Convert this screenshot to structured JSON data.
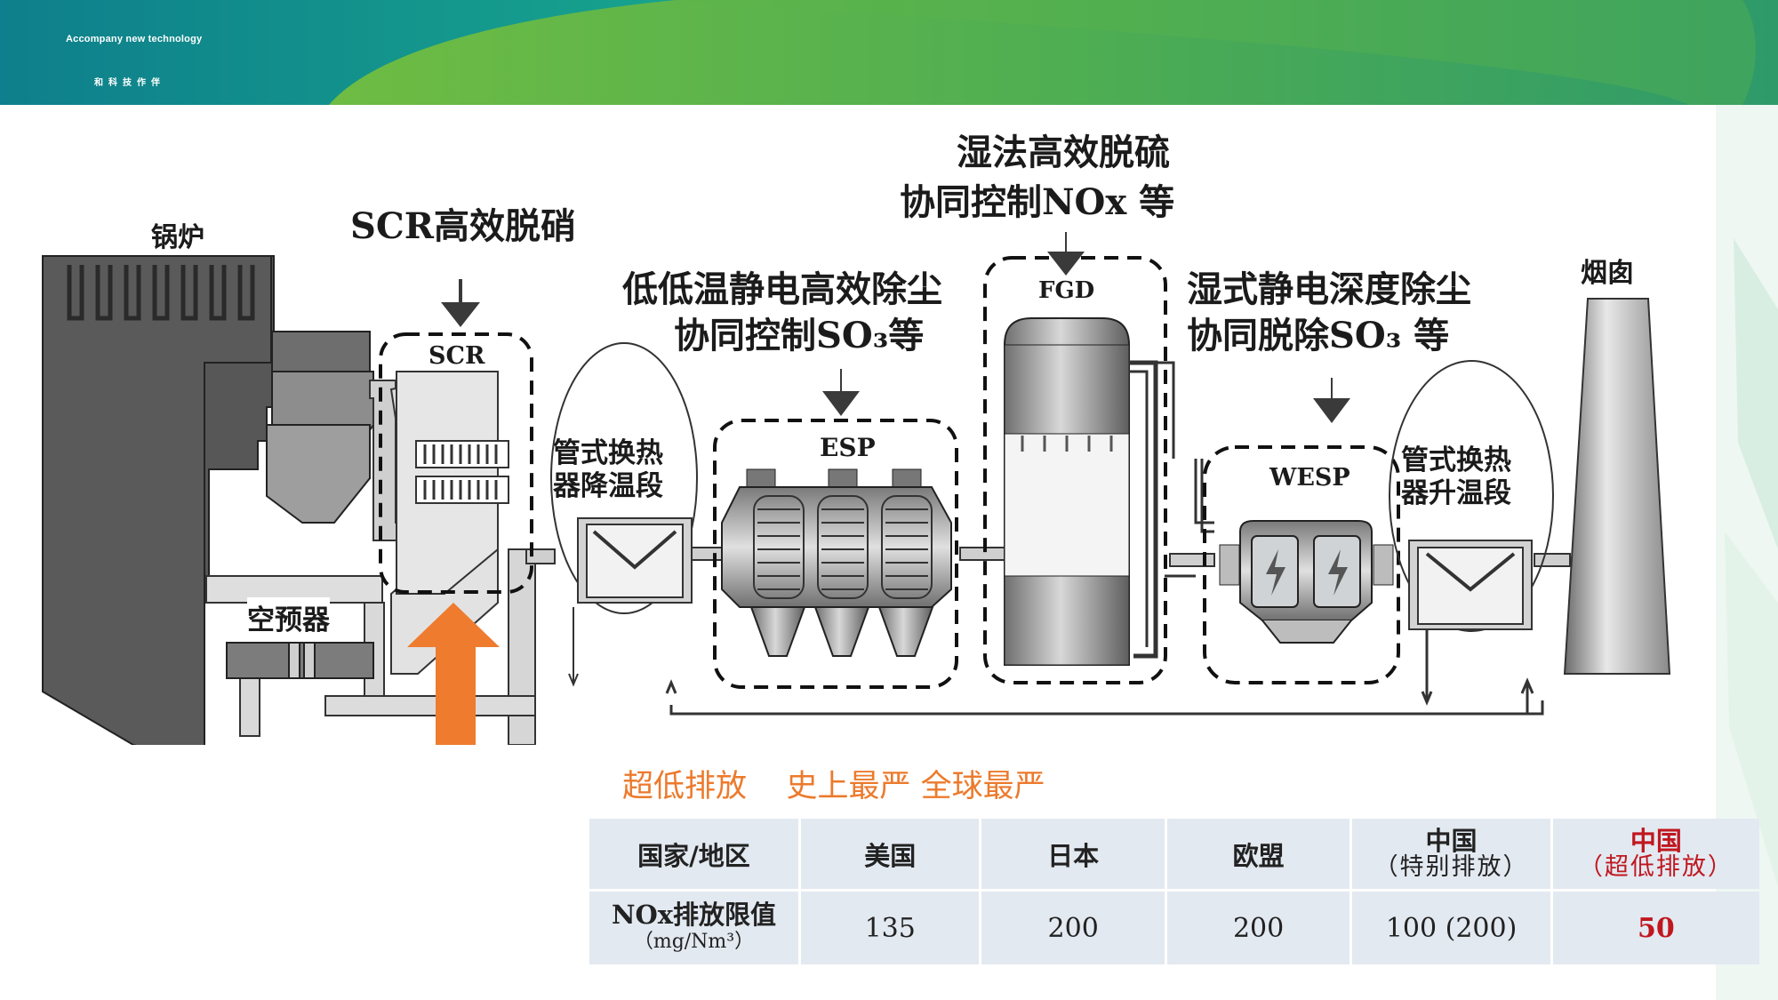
{
  "header": {
    "brand_en": "Accompany new technology",
    "brand_cn": "和科技作伴",
    "colors": {
      "teal": "#0f8c91",
      "green": "#6cbf3d",
      "lime": "#9ed43f"
    }
  },
  "diagram": {
    "labels": {
      "boiler": "锅炉",
      "scr_title": "SCR高效脱硝",
      "scr": "SCR",
      "air_preheater": "空预器",
      "hx_cool": [
        "管式换热",
        "器降温段"
      ],
      "esp_title": [
        "低低温静电高效除尘",
        "协同控制SO₃等"
      ],
      "esp": "ESP",
      "fgd_title": [
        "湿法高效脱硫",
        "协同控制NOx 等"
      ],
      "fgd": "FGD",
      "wesp_title": [
        "湿式静电深度除尘",
        "协同脱除SO₃ 等"
      ],
      "wesp": "WESP",
      "hx_heat": [
        "管式换热",
        "器升温段"
      ],
      "chimney": "烟囱"
    },
    "arrow_color": "#ef7b2e"
  },
  "emission": {
    "headline": "超低排放    史上最严 全球最严",
    "table": {
      "headers": [
        {
          "main": "国家/地区",
          "sub": ""
        },
        {
          "main": "美国",
          "sub": ""
        },
        {
          "main": "日本",
          "sub": ""
        },
        {
          "main": "欧盟",
          "sub": ""
        },
        {
          "main": "中国",
          "sub": "（特别排放）"
        },
        {
          "main": "中国",
          "sub": "（超低排放）"
        }
      ],
      "row_label_main": "NOx排放限值",
      "row_label_sub": "（mg/Nm³）",
      "values": [
        "135",
        "200",
        "200",
        "100 (200)",
        "50"
      ]
    },
    "highlight_color": "#c0171f"
  }
}
